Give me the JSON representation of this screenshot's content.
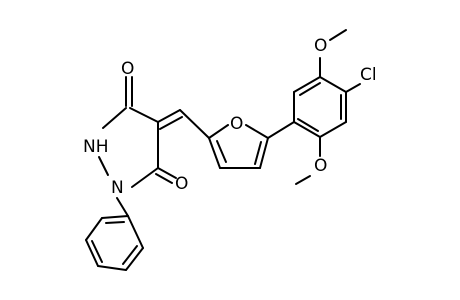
{
  "molecule": {
    "atoms": [
      {
        "id": "O1",
        "label": "O"
      },
      {
        "id": "NH",
        "label": "NH"
      },
      {
        "id": "N1",
        "label": "N"
      },
      {
        "id": "O2",
        "label": "O"
      },
      {
        "id": "Ofuran",
        "label": "O"
      },
      {
        "id": "O3",
        "label": "O"
      },
      {
        "id": "Cl",
        "label": "Cl"
      },
      {
        "id": "O4",
        "label": "O"
      }
    ]
  }
}
